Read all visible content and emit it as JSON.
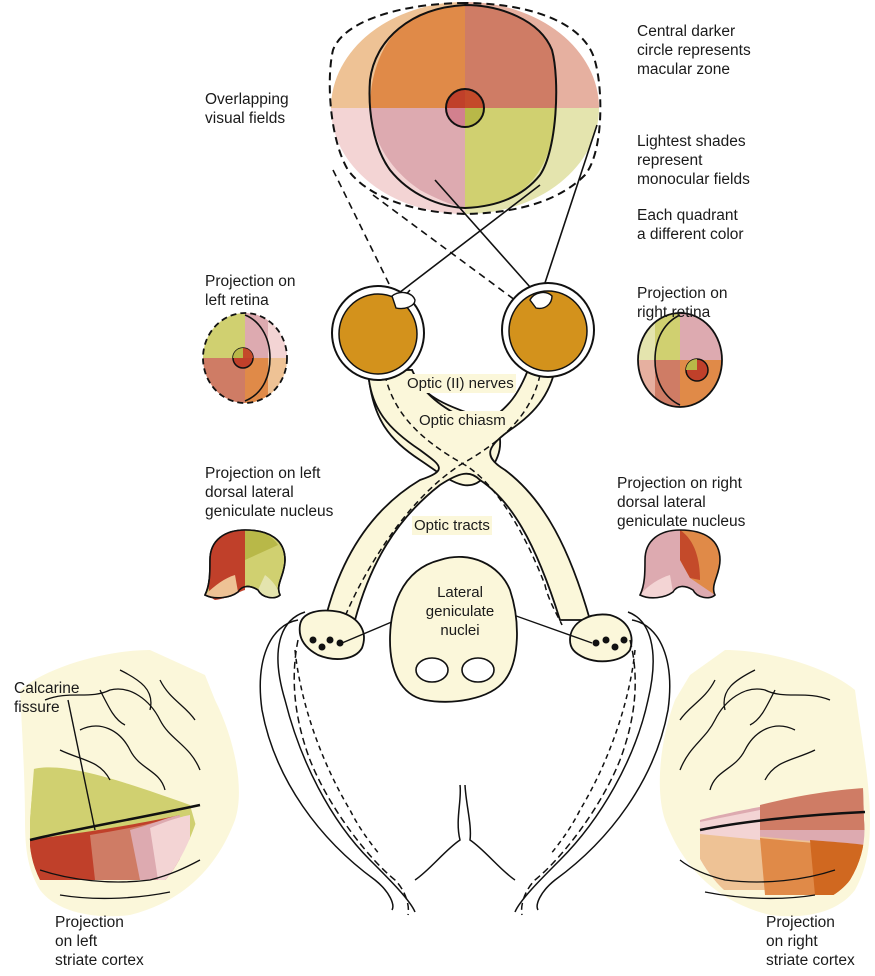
{
  "labels": {
    "overlapping_fields": "Overlapping\nvisual fields",
    "central_circle": "Central darker\ncircle represents\nmacular zone",
    "lightest_shades": "Lightest shades\nrepresent\nmonocular fields",
    "quadrant_color": "Each quadrant\na different color",
    "left_retina": "Projection on\nleft retina",
    "right_retina": "Projection on\nright retina",
    "optic_nerves": "Optic (II) nerves",
    "optic_chiasm": "Optic chiasm",
    "left_lgn": "Projection on left\ndorsal lateral\ngeniculate nucleus",
    "right_lgn": "Projection on right\ndorsal lateral\ngeniculate nucleus",
    "optic_tracts": "Optic tracts",
    "lateral_geniculate": "Lateral\ngeniculate\nnuclei",
    "calcarine": "Calcarine\nfissure",
    "left_cortex": "Projection\non left\nstriate cortex",
    "right_cortex": "Projection\non right\nstriate cortex"
  },
  "colors": {
    "upper_left_quadrant": "#e08a48",
    "upper_right_quadrant": "#cf7c65",
    "lower_left_quadrant": "#ddaab0",
    "lower_right_quadrant": "#d0d070",
    "upper_left_monocular": "#eec295",
    "upper_right_monocular": "#e6b0a0",
    "lower_left_monocular": "#f3d4d4",
    "lower_right_monocular": "#e4e4ae",
    "macula": "#c0402a",
    "eyeball": "#d3921c",
    "pathway_fill": "#fbf7da",
    "cortex_fill": "#fbf7da",
    "outline": "#111111"
  }
}
